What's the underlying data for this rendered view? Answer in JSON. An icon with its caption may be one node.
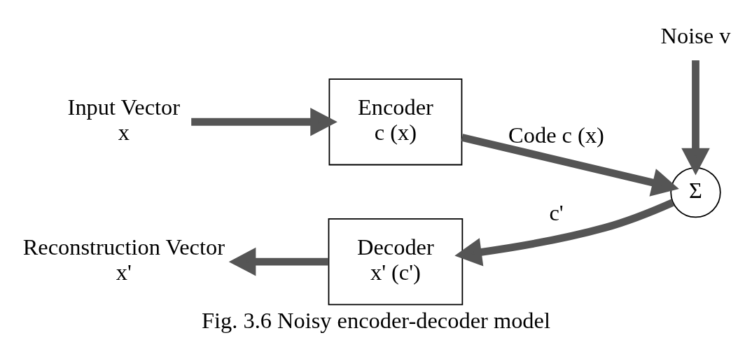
{
  "diagram": {
    "caption": "Fig. 3.6 Noisy encoder-decoder model",
    "nodes": [
      {
        "text": [
          "Input Vector",
          "x"
        ]
      },
      {
        "text": [
          "Encoder",
          "c (x)"
        ]
      },
      {
        "text": [
          "Σ"
        ]
      },
      {
        "text": [
          "Noise v"
        ]
      },
      {
        "text": [
          "Decoder",
          "x' (c')"
        ]
      },
      {
        "text": [
          "Reconstruction Vector",
          "x'"
        ]
      }
    ],
    "edges": [
      {
        "from": 0,
        "to": 1,
        "arrow": "to"
      },
      {
        "from": 1,
        "to": 2,
        "arrow": "to",
        "label": "Code c (x)"
      },
      {
        "from": 3,
        "to": 2,
        "arrow": "to"
      },
      {
        "from": 2,
        "to": 4,
        "arrow": "to",
        "label": "c'"
      },
      {
        "from": 4,
        "to": 5,
        "arrow": "to"
      }
    ]
  }
}
